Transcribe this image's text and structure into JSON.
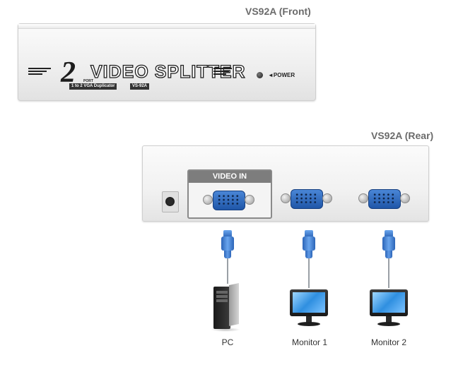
{
  "front": {
    "caption": "VS92A (Front)",
    "port_count": "2",
    "port_label": "PORT",
    "product_name": "VIDEO SPLITTER",
    "subtitle": "1 to 2 VGA Duplicator",
    "model_tag": "VS-92A",
    "power_label": "◄POWER"
  },
  "rear": {
    "caption": "VS92A (Rear)",
    "video_in_label": "VIDEO IN"
  },
  "devices": {
    "pc_label": "PC",
    "monitor1_label": "Monitor 1",
    "monitor2_label": "Monitor 2"
  },
  "colors": {
    "connector_blue": "#2c65b8",
    "monitor_screen": "#2f8fe0"
  }
}
